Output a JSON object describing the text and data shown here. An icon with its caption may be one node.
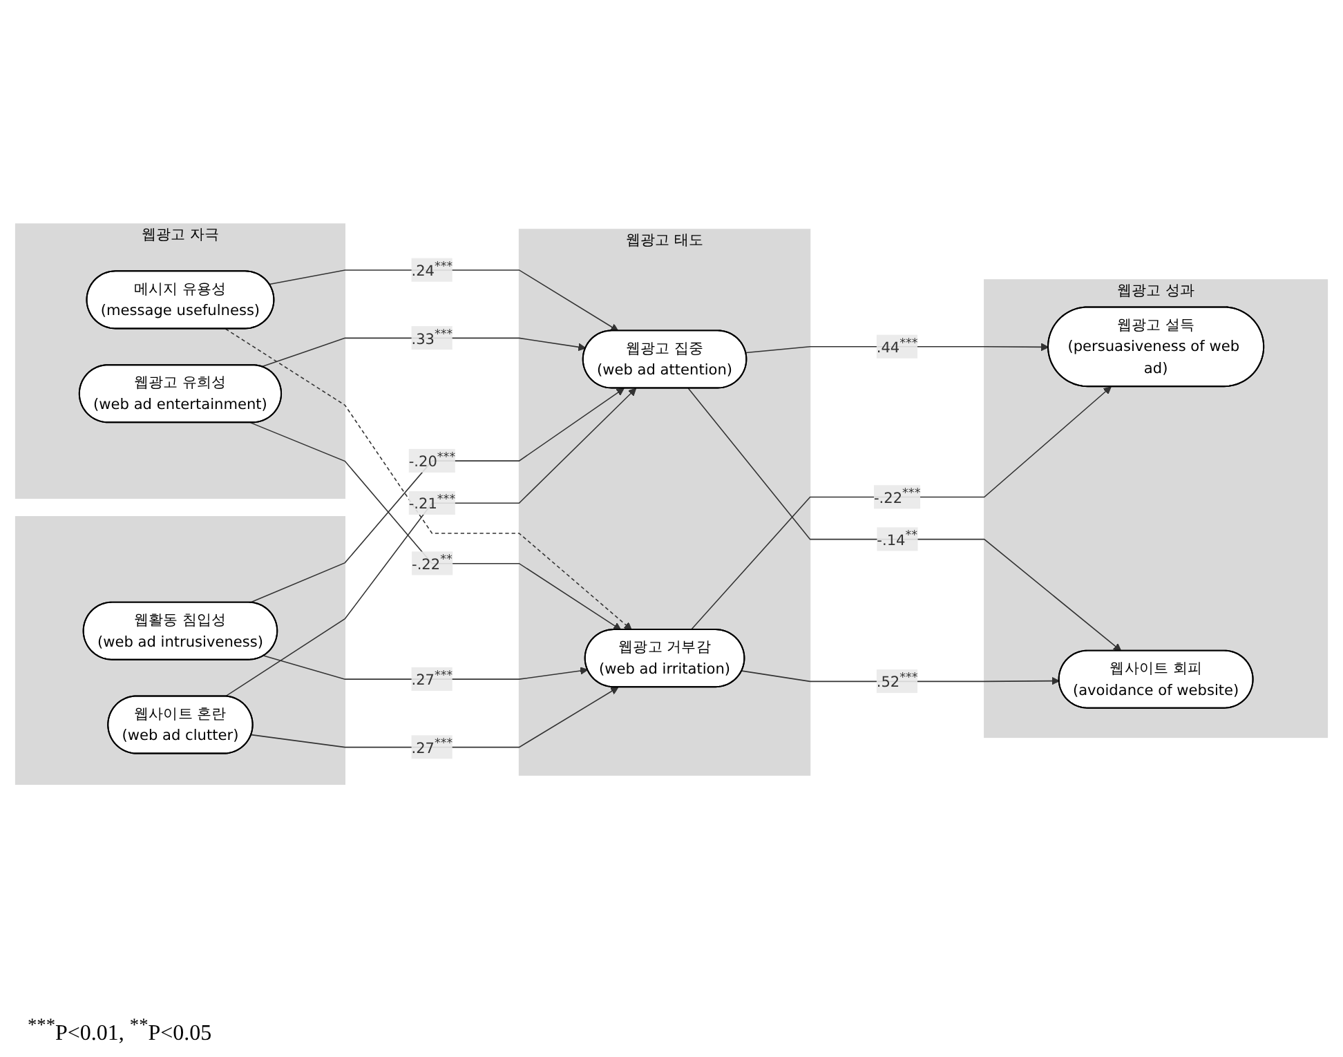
{
  "diagram": {
    "nodes": [
      {
        "text": [
          "웹광고 자극"
        ]
      },
      {
        "text": [],
        "shape": "box"
      },
      {
        "text": [
          "웹광고 태도"
        ]
      },
      {
        "text": [
          "웹광고 성과"
        ]
      },
      {
        "text": [
          "메시지 유용성",
          "(message usefulness)"
        ],
        "in": 0
      },
      {
        "text": [
          "웹광고 유희성",
          "(web ad entertainment)"
        ],
        "in": 0
      },
      {
        "text": [
          "웹활동 침입성",
          "(web ad intrusiveness)"
        ],
        "in": 1
      },
      {
        "text": [
          "웹사이트 혼란",
          "(web ad clutter)"
        ],
        "in": 1
      },
      {
        "text": [
          "웹광고 집중",
          "(web ad attention)"
        ],
        "in": 2
      },
      {
        "text": [
          "웹광고 거부감",
          "(web ad irritation)"
        ],
        "in": 2
      },
      {
        "text": [
          "웹광고 설득",
          "(persuasiveness of web ad)"
        ],
        "in": 3
      },
      {
        "text": [
          "웹사이트 회피",
          "(avoidance of website)"
        ],
        "in": 3
      }
    ],
    "edges": [
      {
        "from": 4,
        "to": 8,
        "arrow": "to",
        "label": ".24$^{***}$"
      },
      {
        "from": 4,
        "to": 9,
        "arrow": "to",
        "style": "dashed"
      },
      {
        "from": 5,
        "to": 8,
        "arrow": "to",
        "label": ".33$^{***}$"
      },
      {
        "from": 5,
        "to": 9,
        "arrow": "to",
        "label": "-.22$^{**}$"
      },
      {
        "from": 6,
        "to": 8,
        "arrow": "to",
        "label": "-.20$^{***}$"
      },
      {
        "from": 6,
        "to": 9,
        "arrow": "to",
        "label": ".27$^{***}$"
      },
      {
        "from": 7,
        "to": 8,
        "arrow": "to",
        "label": "-.21$^{***}$"
      },
      {
        "from": 7,
        "to": 9,
        "arrow": "to",
        "label": ".27$^{***}$"
      },
      {
        "from": 8,
        "to": 10,
        "arrow": "to",
        "label": ".44$^{***}$"
      },
      {
        "from": 8,
        "to": 11,
        "arrow": "to",
        "label": "-.14$^{**}$"
      },
      {
        "from": 9,
        "to": 10,
        "arrow": "to",
        "label": "-.22$^{***}$"
      },
      {
        "from": 9,
        "to": 11,
        "arrow": "to",
        "label": ".52$^{***}$"
      }
    ],
    "labels": [
      "$^{***}$P<0.01,  $^{**}$P<0.05"
    ]
  }
}
